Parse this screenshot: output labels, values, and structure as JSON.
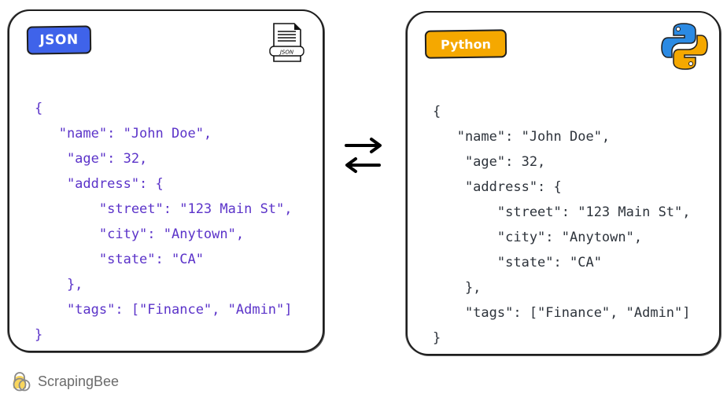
{
  "left_panel": {
    "badge": "JSON",
    "badge_color": "#3f63ea",
    "file_icon_label": "JSON",
    "code_color": "#5b33c9",
    "code_lines": [
      "{",
      "   \"name\": \"John Doe\",",
      "    \"age\": 32,",
      "    \"address\": {",
      "        \"street\": \"123 Main St\",",
      "        \"city\": \"Anytown\",",
      "        \"state\": \"CA\"",
      "    },",
      "    \"tags\": [\"Finance\", \"Admin\"]",
      "}"
    ]
  },
  "right_panel": {
    "badge": "Python",
    "badge_color": "#f5a800",
    "code_color": "#2d333b",
    "code_lines": [
      "{",
      "   \"name\": \"John Doe\",",
      "    \"age\": 32,",
      "    \"address\": {",
      "        \"street\": \"123 Main St\",",
      "        \"city\": \"Anytown\",",
      "        \"state\": \"CA\"",
      "    },",
      "    \"tags\": [\"Finance\", \"Admin\"]",
      "}"
    ]
  },
  "connector": {
    "icon": "bidirectional-arrows-icon"
  },
  "footer": {
    "brand": "ScrapingBee"
  }
}
